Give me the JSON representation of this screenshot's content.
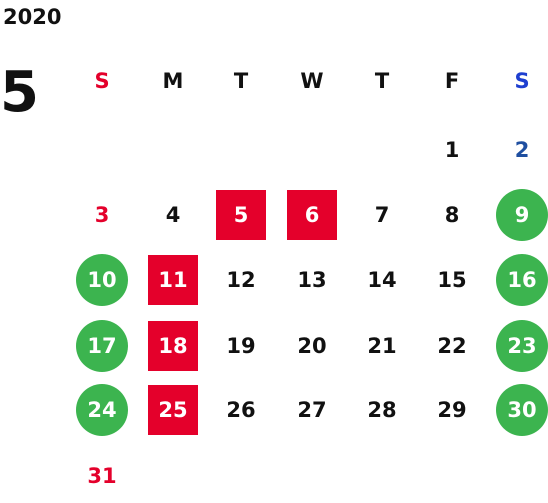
{
  "year": "2020",
  "month": "5",
  "weekdays": [
    "S",
    "M",
    "T",
    "W",
    "T",
    "F",
    "S"
  ],
  "colors": {
    "sunday_text": "#e4002b",
    "saturday_header": "#1e3fd0",
    "saturday_text": "#1f4fa0",
    "green_circle": "#3cb44f",
    "red_square": "#e4002b"
  },
  "weeks": [
    [
      {
        "day": "",
        "style": "blank"
      },
      {
        "day": "",
        "style": "blank"
      },
      {
        "day": "",
        "style": "blank"
      },
      {
        "day": "",
        "style": "blank"
      },
      {
        "day": "",
        "style": "blank"
      },
      {
        "day": "1",
        "style": "plain"
      },
      {
        "day": "2",
        "style": "sat"
      }
    ],
    [
      {
        "day": "3",
        "style": "sun"
      },
      {
        "day": "4",
        "style": "plain"
      },
      {
        "day": "5",
        "style": "red"
      },
      {
        "day": "6",
        "style": "red"
      },
      {
        "day": "7",
        "style": "plain"
      },
      {
        "day": "8",
        "style": "plain"
      },
      {
        "day": "9",
        "style": "green"
      }
    ],
    [
      {
        "day": "10",
        "style": "green"
      },
      {
        "day": "11",
        "style": "red"
      },
      {
        "day": "12",
        "style": "plain"
      },
      {
        "day": "13",
        "style": "plain"
      },
      {
        "day": "14",
        "style": "plain"
      },
      {
        "day": "15",
        "style": "plain"
      },
      {
        "day": "16",
        "style": "green"
      }
    ],
    [
      {
        "day": "17",
        "style": "green"
      },
      {
        "day": "18",
        "style": "red"
      },
      {
        "day": "19",
        "style": "plain"
      },
      {
        "day": "20",
        "style": "plain"
      },
      {
        "day": "21",
        "style": "plain"
      },
      {
        "day": "22",
        "style": "plain"
      },
      {
        "day": "23",
        "style": "green"
      }
    ],
    [
      {
        "day": "24",
        "style": "green"
      },
      {
        "day": "25",
        "style": "red"
      },
      {
        "day": "26",
        "style": "plain"
      },
      {
        "day": "27",
        "style": "plain"
      },
      {
        "day": "28",
        "style": "plain"
      },
      {
        "day": "29",
        "style": "plain"
      },
      {
        "day": "30",
        "style": "green"
      }
    ],
    [
      {
        "day": "31",
        "style": "sun"
      },
      {
        "day": "",
        "style": "blank"
      },
      {
        "day": "",
        "style": "blank"
      },
      {
        "day": "",
        "style": "blank"
      },
      {
        "day": "",
        "style": "blank"
      },
      {
        "day": "",
        "style": "blank"
      },
      {
        "day": "",
        "style": "blank"
      }
    ]
  ]
}
